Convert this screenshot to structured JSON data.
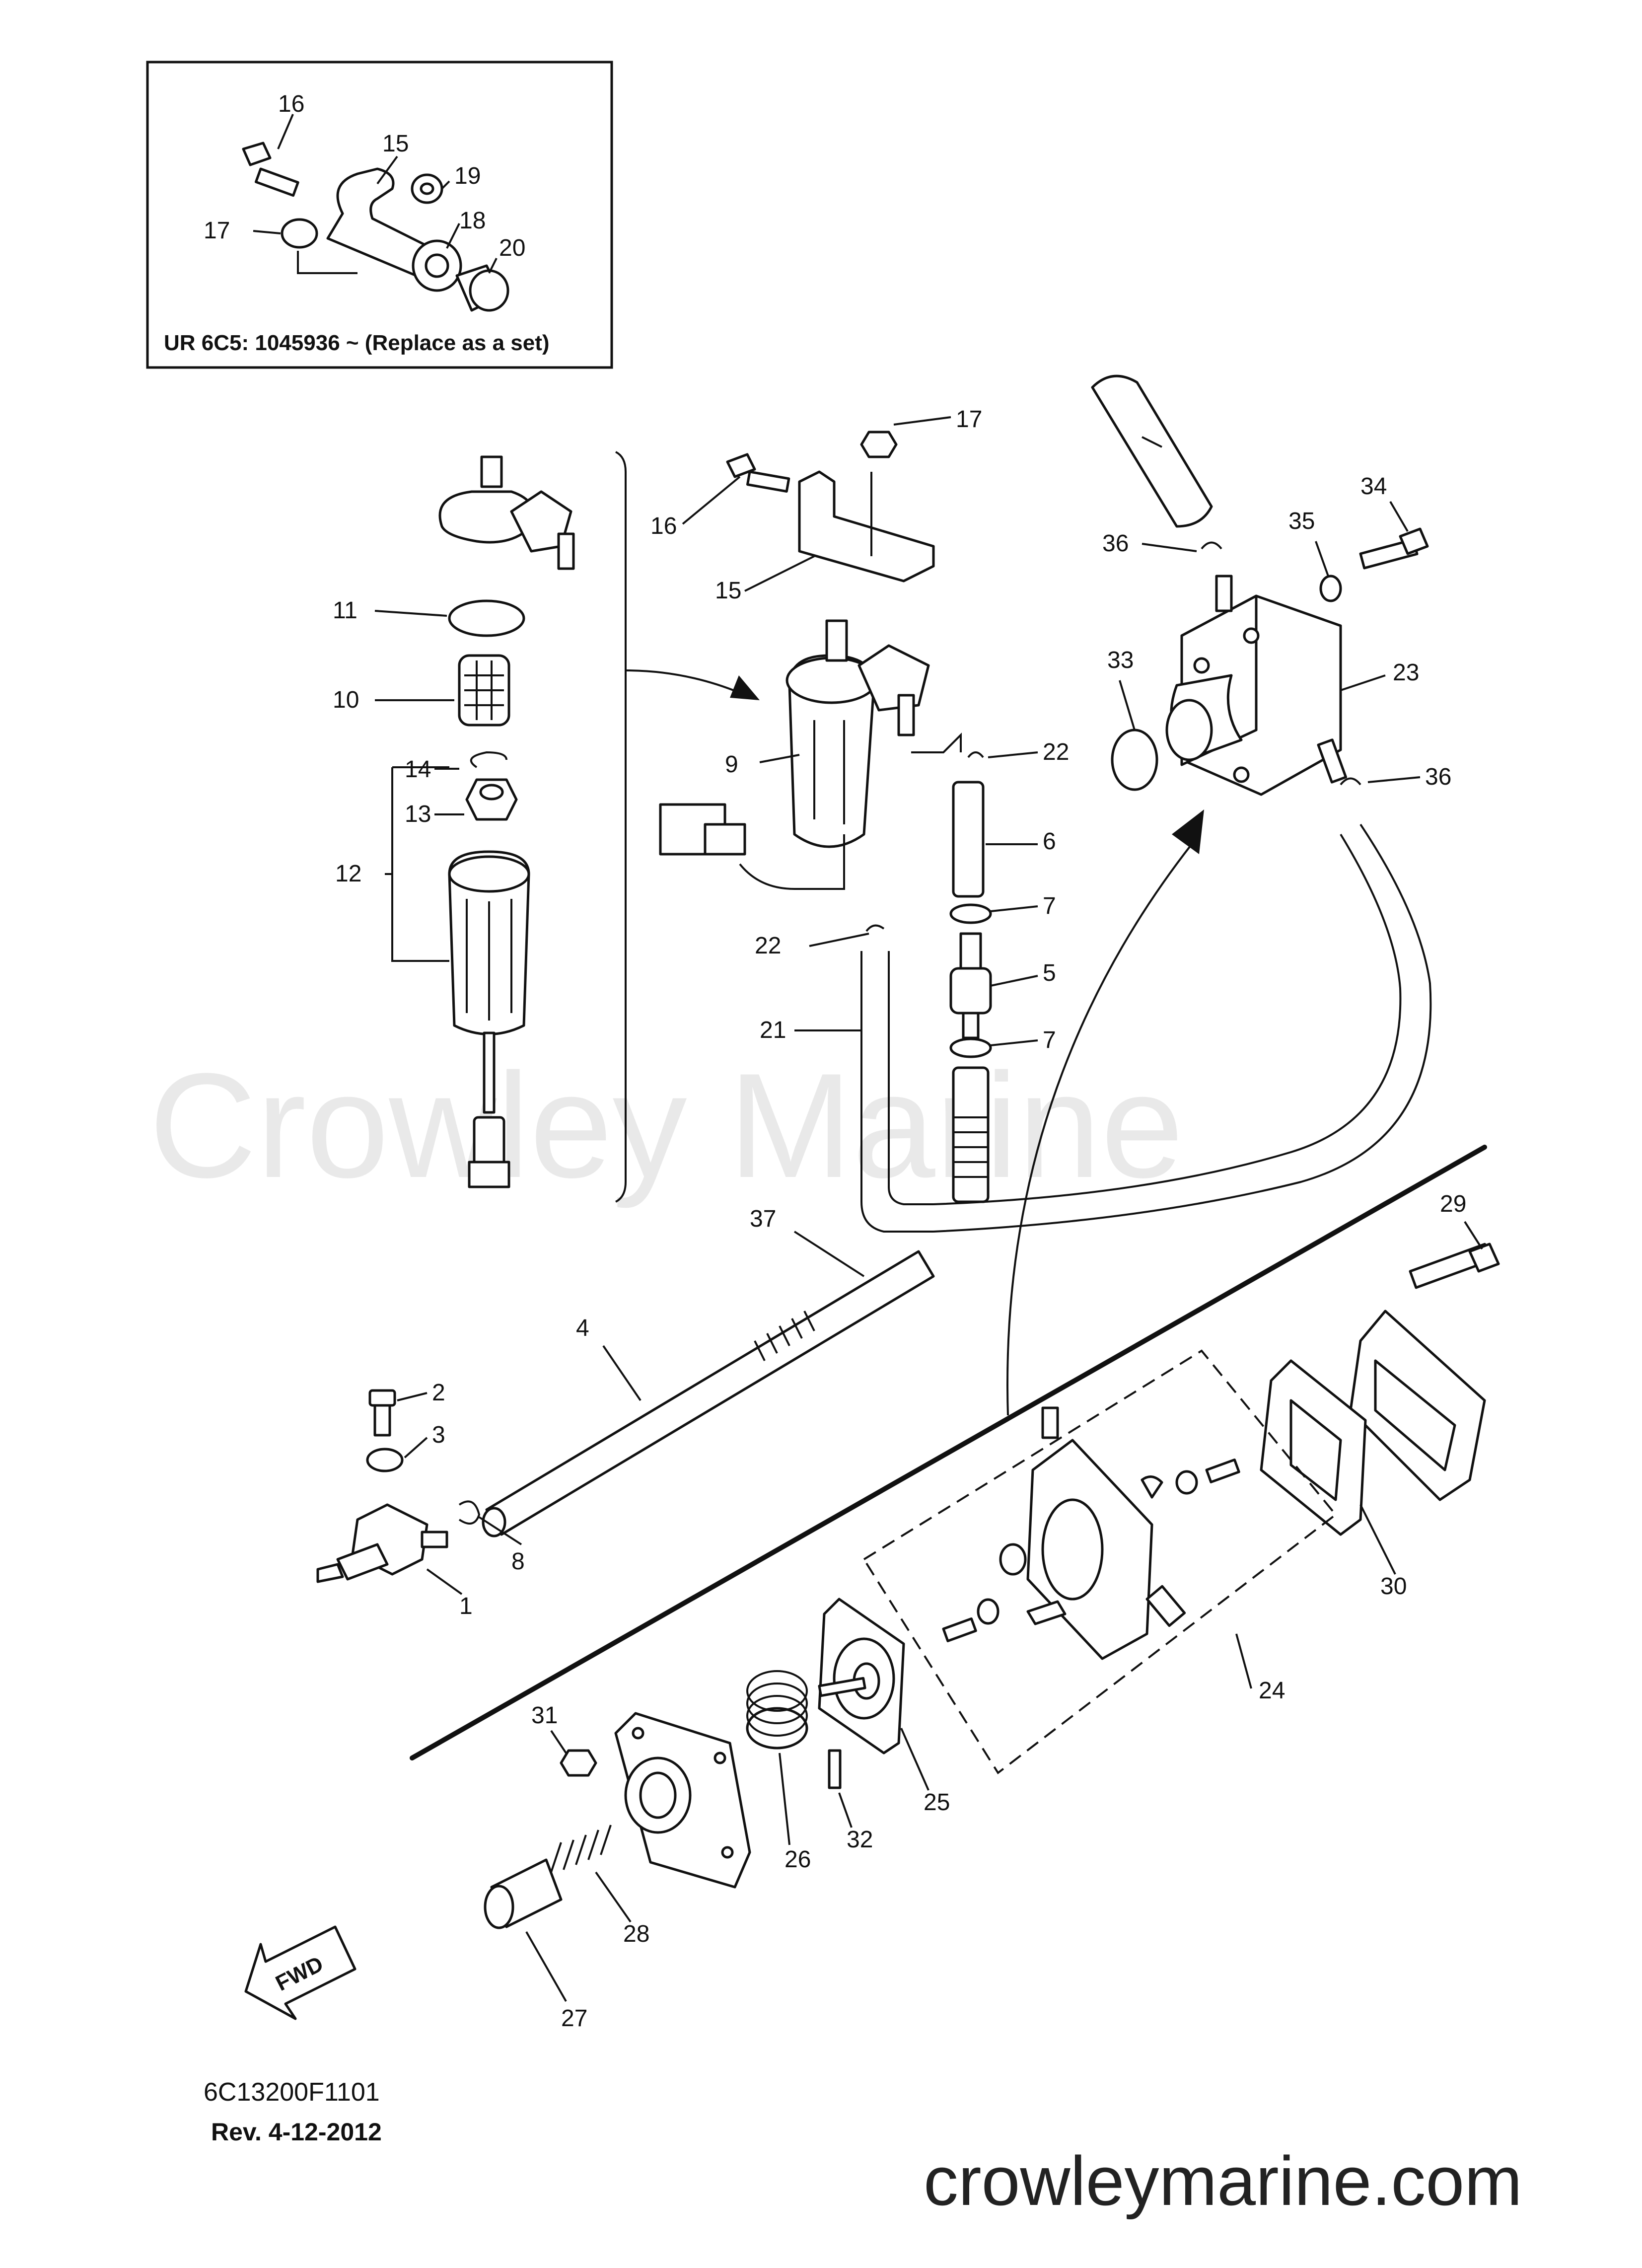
{
  "watermark": {
    "brand": "Crowley Marine",
    "url": "crowleymarine.com"
  },
  "inset": {
    "note": "UR  6C5: 1045936 ~   (Replace as a set)"
  },
  "footer": {
    "code": "6C13200F1101",
    "revision": "Rev.  4-12-2012"
  },
  "fwd_label": "FWD",
  "callouts": {
    "inset_16": "16",
    "inset_15": "15",
    "inset_19": "19",
    "inset_17": "17",
    "inset_18": "18",
    "inset_20": "20",
    "c1": "1",
    "c2": "2",
    "c3": "3",
    "c4": "4",
    "c5": "5",
    "c6": "6",
    "c7a": "7",
    "c7b": "7",
    "c8": "8",
    "c9": "9",
    "c10": "10",
    "c11": "11",
    "c12": "12",
    "c13": "13",
    "c14": "14",
    "c15": "15",
    "c16": "16",
    "c17": "17",
    "c21": "21",
    "c22a": "22",
    "c22b": "22",
    "c23": "23",
    "c24": "24",
    "c25": "25",
    "c26": "26",
    "c27": "27",
    "c28": "28",
    "c29": "29",
    "c30": "30",
    "c31": "31",
    "c32": "32",
    "c33": "33",
    "c34": "34",
    "c35": "35",
    "c36a": "36",
    "c36b": "36",
    "c37": "37"
  }
}
